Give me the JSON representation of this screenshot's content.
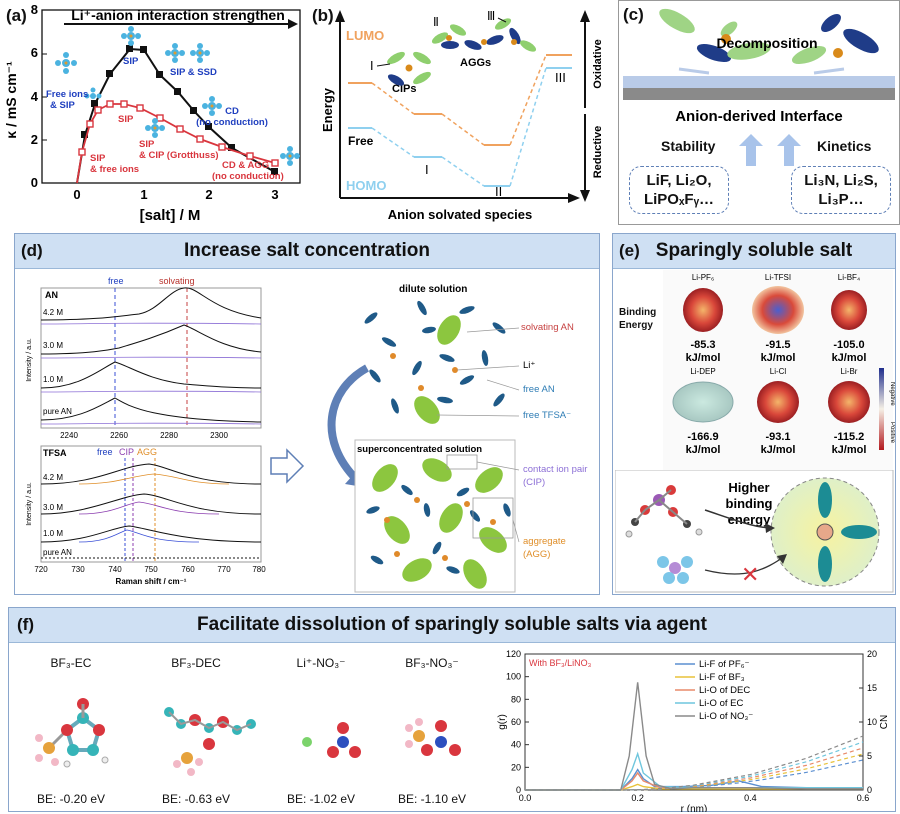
{
  "panel_a": {
    "label": "(a)",
    "banner": "Li⁺-anion interaction strengthen",
    "ylabel": "κ / mS cm⁻¹",
    "xlabel": "[salt] / M",
    "annotations": {
      "free_ions_sip": "Free ions & SIP",
      "sip_top": "SIP",
      "sip_ssd": "SIP & SSD",
      "sip_red": "SIP",
      "cd": "CD (no conduction)",
      "sip_cip": "SIP & CIP (Grotthuss)",
      "sip_free": "SIP & free ions",
      "cd_agg": "CD & AGG (no conduction)"
    },
    "colors": {
      "black_series": "#111111",
      "red_series": "#d9363e",
      "blue_text": "#1f3fbf",
      "red_text": "#d9363e"
    }
  },
  "panel_b": {
    "label": "(b)",
    "ylabel": "Energy",
    "xlabel": "Anion solvated species",
    "lumo": "LUMO",
    "homo": "HOMO",
    "free": "Free",
    "cips": "CIPs",
    "aggs": "AGGs",
    "r1": "I",
    "r2": "II",
    "r3": "III",
    "oxidative": "Oxidative",
    "reductive": "Reductive",
    "colors": {
      "lumo": "#f0a25e",
      "homo": "#8fd0ef"
    }
  },
  "panel_c": {
    "label": "(c)",
    "decomposition": "Decomposition",
    "interface": "Anion-derived Interface",
    "stability": "Stability",
    "kinetics": "Kinetics",
    "box_left_l1": "LiF, Li₂O,",
    "box_left_l2": "LiPOₓFᵧ…",
    "box_right_l1": "Li₃N, Li₂S,",
    "box_right_l2": "Li₃P…"
  },
  "panel_d": {
    "label": "(d)",
    "title": "Increase salt concentration",
    "an": "AN",
    "tfsa": "TFSA",
    "free": "free",
    "solvating": "solvating",
    "free2": "free",
    "cip": "CIP",
    "agg": "AGG",
    "conc_top": [
      "4.2 M",
      "3.0 M",
      "1.0 M",
      "pure AN"
    ],
    "conc_bottom": [
      "4.2 M",
      "3.0 M",
      "1.0 M",
      "pure AN"
    ],
    "ylabel": "Intensity / a.u.",
    "xlabel": "Raman shift / cm⁻¹",
    "ticks_top": [
      "2240",
      "2260",
      "2280",
      "2300"
    ],
    "ticks_bottom": [
      "720",
      "730",
      "740",
      "750",
      "760",
      "770",
      "780"
    ],
    "dilute": "dilute solution",
    "superconc": "superconcentrated solution",
    "solvating_an": "solvating AN",
    "li": "Li⁺",
    "free_an": "free AN",
    "free_tfsa": "free TFSA⁻",
    "cip_label": "contact ion pair (CIP)",
    "agg_label": "aggregate (AGG)"
  },
  "panel_e": {
    "label": "(e)",
    "title": "Sparingly soluble salt",
    "binding_energy": "Binding Energy",
    "salts": [
      {
        "name": "Li-PF₆",
        "value": "-85.3",
        "unit": "kJ/mol"
      },
      {
        "name": "Li-TFSI",
        "value": "-91.5",
        "unit": "kJ/mol"
      },
      {
        "name": "Li-BF₄",
        "value": "-105.0",
        "unit": "kJ/mol"
      },
      {
        "name": "Li-DEP",
        "value": "-166.9",
        "unit": "kJ/mol"
      },
      {
        "name": "Li-Cl",
        "value": "-93.1",
        "unit": "kJ/mol"
      },
      {
        "name": "Li-Br",
        "value": "-115.2",
        "unit": "kJ/mol"
      }
    ],
    "negative": "Negative",
    "positive": "Positive",
    "higher": "Higher binding energy"
  },
  "panel_f": {
    "label": "(f)",
    "title": "Facilitate dissolution of sparingly soluble salts via agent",
    "molecules": [
      {
        "name": "BF₃-EC",
        "be": "BE: -0.20 eV"
      },
      {
        "name": "BF₃-DEC",
        "be": "BE: -0.63 eV"
      },
      {
        "name": "Li⁺-NO₃⁻",
        "be": "BE: -1.02 eV"
      },
      {
        "name": "BF₃-NO₃⁻",
        "be": "BE: -1.10 eV"
      }
    ]
  },
  "chart_data": {
    "type": "line",
    "annotation": "With BF₃/LiNO₃",
    "xlabel": "r (nm)",
    "ylabel": "g(r)",
    "y2label": "CN",
    "xlim": [
      0,
      0.6
    ],
    "ylim": [
      0,
      120
    ],
    "y2lim": [
      0,
      20
    ],
    "xticks": [
      "0.0",
      "0.2",
      "0.4",
      "0.6"
    ],
    "yticks": [
      "0",
      "20",
      "40",
      "60",
      "80",
      "100",
      "120"
    ],
    "y2ticks": [
      "0",
      "5",
      "10",
      "15",
      "20"
    ],
    "series": [
      {
        "name": "Li-F of PF₆⁻",
        "color": "#5b8fd1",
        "x": [
          0.0,
          0.17,
          0.19,
          0.2,
          0.21,
          0.23,
          0.28,
          0.33,
          0.38,
          0.42,
          0.5,
          0.6
        ],
        "values": [
          0,
          0,
          10,
          18,
          10,
          3,
          3,
          4,
          8,
          3,
          2,
          2
        ]
      },
      {
        "name": "Li-F of BF₃",
        "color": "#e8c23a",
        "x": [
          0.0,
          0.17,
          0.19,
          0.2,
          0.21,
          0.24,
          0.3,
          0.4,
          0.5,
          0.6
        ],
        "values": [
          0,
          0,
          3,
          5,
          3,
          1,
          1,
          1,
          1,
          1
        ]
      },
      {
        "name": "Li-O of DEC",
        "color": "#e88a6a",
        "x": [
          0.0,
          0.17,
          0.19,
          0.2,
          0.21,
          0.24,
          0.3,
          0.4,
          0.5,
          0.6
        ],
        "values": [
          0,
          0,
          8,
          15,
          8,
          2,
          2,
          2,
          2,
          2
        ]
      },
      {
        "name": "Li-O of EC",
        "color": "#6fc6dd",
        "x": [
          0.0,
          0.17,
          0.19,
          0.2,
          0.21,
          0.24,
          0.3,
          0.4,
          0.5,
          0.6
        ],
        "values": [
          0,
          0,
          18,
          32,
          15,
          3,
          2,
          2,
          2,
          2
        ]
      },
      {
        "name": "Li-O of NO₃⁻",
        "color": "#8a8a8a",
        "x": [
          0.0,
          0.17,
          0.185,
          0.2,
          0.215,
          0.23,
          0.26,
          0.3,
          0.4,
          0.5,
          0.6
        ],
        "values": [
          0,
          0,
          30,
          95,
          30,
          5,
          1,
          2,
          2,
          1,
          1
        ]
      }
    ]
  }
}
